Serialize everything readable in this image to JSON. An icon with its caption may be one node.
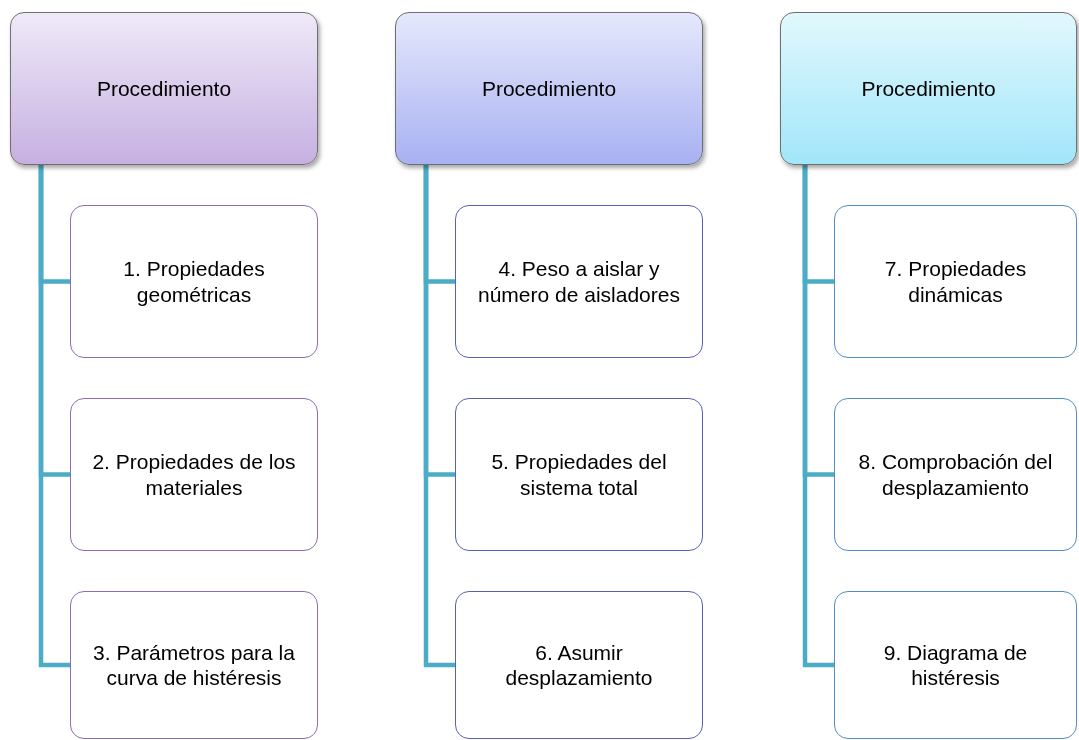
{
  "diagram": {
    "nodes": [
      {
        "text": [
          "Procedimiento"
        ]
      },
      {
        "text": [
          "1. Propiedades geométricas"
        ]
      },
      {
        "text": [
          "2. Propiedades de los materiales"
        ]
      },
      {
        "text": [
          "3. Parámetros para la curva de histéresis"
        ]
      },
      {
        "text": [
          "Procedimiento"
        ]
      },
      {
        "text": [
          "4. Peso a aislar y número de aisladores"
        ]
      },
      {
        "text": [
          "5. Propiedades del sistema total"
        ]
      },
      {
        "text": [
          "6. Asumir desplazamiento"
        ]
      },
      {
        "text": [
          "Procedimiento"
        ]
      },
      {
        "text": [
          "7. Propiedades dinámicas"
        ]
      },
      {
        "text": [
          "8. Comprobación del desplazamiento"
        ]
      },
      {
        "text": [
          "9. Diagrama de histéresis"
        ]
      }
    ],
    "edges": [
      {
        "from": 0,
        "to": 1,
        "arrow": "none"
      },
      {
        "from": 0,
        "to": 2,
        "arrow": "none"
      },
      {
        "from": 0,
        "to": 3,
        "arrow": "none"
      },
      {
        "from": 4,
        "to": 5,
        "arrow": "none"
      },
      {
        "from": 4,
        "to": 6,
        "arrow": "none"
      },
      {
        "from": 4,
        "to": 7,
        "arrow": "none"
      },
      {
        "from": 8,
        "to": 9,
        "arrow": "none"
      },
      {
        "from": 8,
        "to": 10,
        "arrow": "none"
      },
      {
        "from": 8,
        "to": 11,
        "arrow": "none"
      }
    ]
  }
}
